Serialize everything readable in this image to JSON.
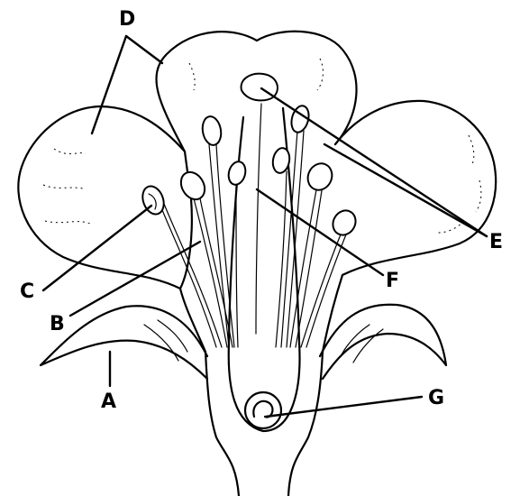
{
  "labels": {
    "A": "A",
    "B": "B",
    "C": "C",
    "D": "D",
    "E": "E",
    "F": "F",
    "G": "G"
  }
}
